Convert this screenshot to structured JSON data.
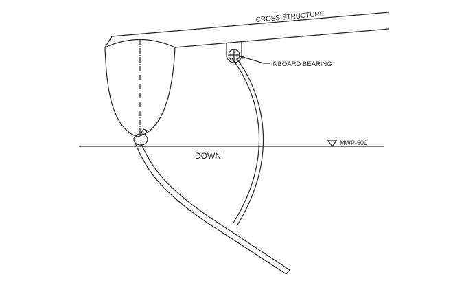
{
  "labels": {
    "cross_structure": "CROSS STRUCTURE",
    "inboard_bearing": "INBOARD BEARING",
    "down": "DOWN",
    "waterline": "MWP-500"
  }
}
